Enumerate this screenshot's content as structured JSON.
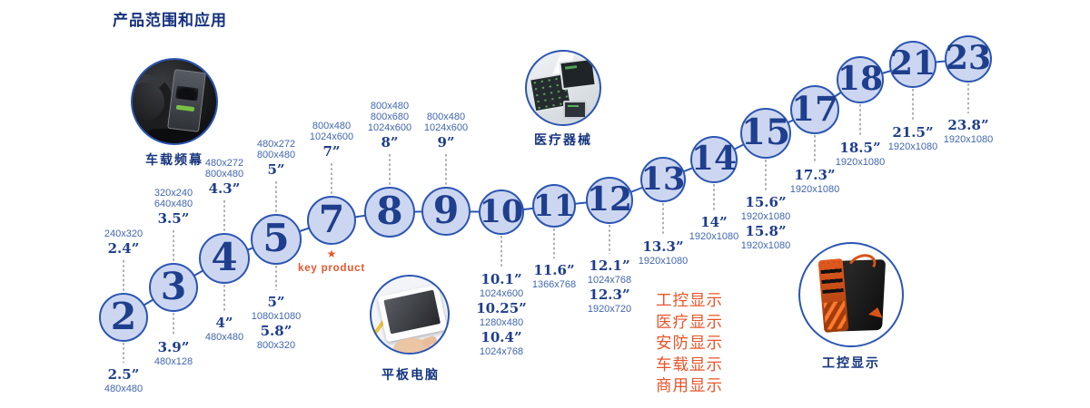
{
  "title": "产品范围和应用",
  "key_product": {
    "star": "★",
    "label": "key product"
  },
  "applications": [
    "工控显示",
    "医疗显示",
    "安防显示",
    "车载显示",
    "商用显示"
  ],
  "photos": [
    {
      "id": "car",
      "label": "车载频幕"
    },
    {
      "id": "medical",
      "label": "医疗器械"
    },
    {
      "id": "tablet",
      "label": "平板电脑"
    },
    {
      "id": "industrial",
      "label": "工控显示"
    }
  ],
  "nodes": [
    {
      "label": "2",
      "above_res": [
        "240x320"
      ],
      "above_size": "2.4”",
      "below": [
        {
          "size": "2.5”",
          "res": "480x480"
        }
      ]
    },
    {
      "label": "3",
      "above_res": [
        "320x240",
        "640x480"
      ],
      "above_size": "3.5”",
      "below": [
        {
          "size": "3.9”",
          "res": "480x128"
        }
      ]
    },
    {
      "label": "4",
      "above_res": [
        "480x272",
        "800x480"
      ],
      "above_size": "4.3”",
      "below": [
        {
          "size": "4”",
          "res": "480x480"
        }
      ]
    },
    {
      "label": "5",
      "above_res": [
        "480x272",
        "800x480"
      ],
      "above_size": "5”",
      "below": [
        {
          "size": "5”",
          "res": "1080x1080"
        },
        {
          "size": "5.8”",
          "res": "800x320"
        }
      ]
    },
    {
      "label": "7",
      "above_res": [
        "800x480",
        "1024x600"
      ],
      "above_size": "7”",
      "below": [],
      "key_product": true
    },
    {
      "label": "8",
      "above_res": [
        "800x480",
        "800x680",
        "1024x600"
      ],
      "above_size": "8”",
      "below": []
    },
    {
      "label": "9",
      "above_res": [
        "800x480",
        "1024x600"
      ],
      "above_size": "9”",
      "below": []
    },
    {
      "label": "10",
      "below": [
        {
          "size": "10.1”",
          "res": "1024x600"
        },
        {
          "size": "10.25”",
          "res": "1280x480"
        },
        {
          "size": "10.4”",
          "res": "1024x768"
        }
      ]
    },
    {
      "label": "11",
      "below": [
        {
          "size": "11.6”",
          "res": "1366x768"
        }
      ]
    },
    {
      "label": "12",
      "below": [
        {
          "size": "12.1”",
          "res": "1024x768"
        },
        {
          "size": "12.3”",
          "res": "1920x720"
        }
      ]
    },
    {
      "label": "13",
      "below": [
        {
          "size": "13.3”",
          "res": "1920x1080"
        }
      ]
    },
    {
      "label": "14",
      "below": [
        {
          "size": "14”",
          "res": "1920x1080"
        }
      ]
    },
    {
      "label": "15",
      "below": [
        {
          "size": "15.6”",
          "res": "1920x1080"
        },
        {
          "size": "15.8”",
          "res": "1920x1080"
        }
      ]
    },
    {
      "label": "17",
      "below": [
        {
          "size": "17.3”",
          "res": "1920x1080"
        }
      ]
    },
    {
      "label": "18",
      "below": [
        {
          "size": "18.5”",
          "res": "1920x1080"
        }
      ]
    },
    {
      "label": "21",
      "below": [
        {
          "size": "21.5”",
          "res": "1920x1080"
        }
      ]
    },
    {
      "label": "23",
      "below": [
        {
          "size": "23.8”",
          "res": "1920x1080"
        }
      ]
    }
  ],
  "colors": {
    "navy": "#16357f",
    "circle_fill": "#ccd6f0",
    "circle_border": "#2b55b2",
    "resolution_blue": "#4166b0",
    "orange": "#e8552a",
    "dash_gray": "#8f8f8f"
  }
}
